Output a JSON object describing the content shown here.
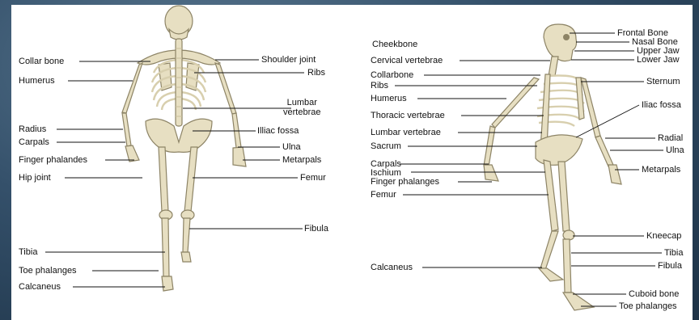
{
  "back_view": {
    "labels": [
      "Collar bone",
      "Humerus",
      "Radius",
      "Carpals",
      "Finger phalandes",
      "Hip joint",
      "Tibia",
      "Toe phalanges",
      "Calcaneus",
      "Shoulder joint",
      "Ribs",
      "Lumbar\nvertebrae",
      "Illiac fossa",
      "Ulna",
      "Metarpals",
      "Femur",
      "Fibula"
    ]
  },
  "side_view": {
    "labels": [
      "Cheekbone",
      "Cervical vertebrae",
      "Collarbone",
      "Ribs",
      "Humerus",
      "Thoracic vertebrae",
      "Lumbar vertebrae",
      "Sacrum",
      "Carpals",
      "Ischium",
      "Finger phalanges",
      "Femur",
      "Calcaneus",
      "Frontal Bone",
      "Nasal Bone",
      "Upper Jaw",
      "Lower Jaw",
      "Sternum",
      "Iliac fossa",
      "Radial",
      "Ulna",
      "Metarpals",
      "Kneecap",
      "Tibia",
      "Fibula",
      "Cuboid bone",
      "Toe phalanges"
    ]
  },
  "colors": {
    "background": "#2d4a63",
    "panel": "#ffffff",
    "bone": "#e7dfc2",
    "bone_outline": "#8d8466",
    "leader_line": "#111111"
  }
}
